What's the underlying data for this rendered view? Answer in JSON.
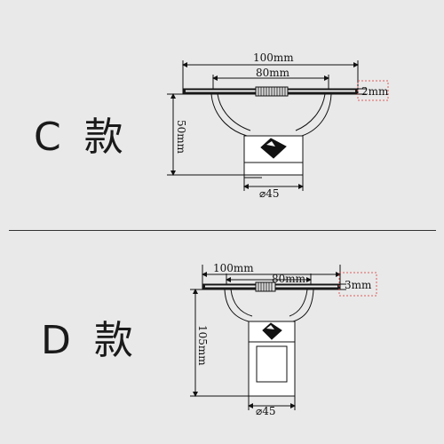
{
  "variant_c": {
    "label": "C 款",
    "dims": {
      "overall_width": "100mm",
      "inner_width": "80mm",
      "thickness": "2mm",
      "height": "50mm",
      "diameter": "⌀45"
    }
  },
  "variant_d": {
    "label": "D 款",
    "dims": {
      "overall_width": "100mm",
      "inner_width": "80mm",
      "thickness": "3mm",
      "height": "105mm",
      "diameter": "⌀45"
    }
  },
  "colors": {
    "background": "#e9e9e9",
    "line": "#111111",
    "highlight_box": "#e05a5a"
  }
}
